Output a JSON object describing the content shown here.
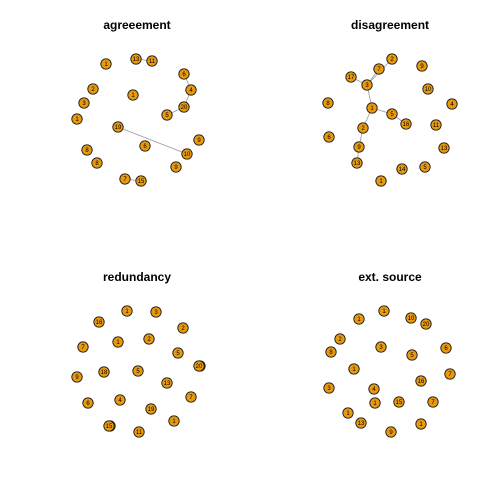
{
  "style": {
    "node_fill": "#E89A0C",
    "node_stroke": "#1a1a1a",
    "edge_color": "#9a9a9a",
    "background": "#ffffff"
  },
  "panels": [
    {
      "title": "agreeement",
      "nodes": [
        {
          "label": "1"
        },
        {
          "label": "13"
        },
        {
          "label": "11"
        },
        {
          "label": "6"
        },
        {
          "label": "4"
        },
        {
          "label": "2"
        },
        {
          "label": "3"
        },
        {
          "label": "20"
        },
        {
          "label": "5"
        },
        {
          "label": "1"
        },
        {
          "label": "1"
        },
        {
          "label": "19"
        },
        {
          "label": "9"
        },
        {
          "label": "8"
        },
        {
          "label": "6"
        },
        {
          "label": "10"
        },
        {
          "label": "8"
        },
        {
          "label": "9"
        },
        {
          "label": "7"
        },
        {
          "label": "15"
        }
      ],
      "edges": [
        [
          1,
          2
        ],
        [
          3,
          4
        ],
        [
          4,
          7
        ],
        [
          7,
          8
        ],
        [
          18,
          19
        ],
        [
          11,
          15
        ]
      ]
    },
    {
      "title": "disagreement",
      "nodes": [
        {
          "label": "2"
        },
        {
          "label": "17"
        },
        {
          "label": "7"
        },
        {
          "label": "3"
        },
        {
          "label": "9"
        },
        {
          "label": "10"
        },
        {
          "label": "4"
        },
        {
          "label": "8"
        },
        {
          "label": "1"
        },
        {
          "label": "5"
        },
        {
          "label": "16"
        },
        {
          "label": "6"
        },
        {
          "label": "2"
        },
        {
          "label": "11"
        },
        {
          "label": "13"
        },
        {
          "label": "9"
        },
        {
          "label": "13"
        },
        {
          "label": "1"
        },
        {
          "label": "14"
        },
        {
          "label": "5"
        }
      ],
      "edges": [
        [
          0,
          3
        ],
        [
          2,
          3
        ],
        [
          3,
          8
        ],
        [
          8,
          9
        ],
        [
          9,
          10
        ],
        [
          8,
          12
        ],
        [
          12,
          15
        ],
        [
          15,
          16
        ],
        [
          1,
          3
        ]
      ]
    },
    {
      "title": "redundancy",
      "nodes": [
        {
          "label": "16"
        },
        {
          "label": "1"
        },
        {
          "label": "3"
        },
        {
          "label": "2"
        },
        {
          "label": "1"
        },
        {
          "label": "2"
        },
        {
          "label": "7"
        },
        {
          "label": "5"
        },
        {
          "label": "8"
        },
        {
          "label": "20"
        },
        {
          "label": "18"
        },
        {
          "label": "9"
        },
        {
          "label": "5"
        },
        {
          "label": "13"
        },
        {
          "label": "7"
        },
        {
          "label": "6"
        },
        {
          "label": "4"
        },
        {
          "label": "19"
        },
        {
          "label": "10"
        },
        {
          "label": "1"
        },
        {
          "label": "11"
        },
        {
          "label": "15"
        }
      ],
      "edges": []
    },
    {
      "title": "ext. source",
      "nodes": [
        {
          "label": "1"
        },
        {
          "label": "1"
        },
        {
          "label": "10"
        },
        {
          "label": "20"
        },
        {
          "label": "2"
        },
        {
          "label": "8"
        },
        {
          "label": "3"
        },
        {
          "label": "5"
        },
        {
          "label": "6"
        },
        {
          "label": "1"
        },
        {
          "label": "7"
        },
        {
          "label": "3"
        },
        {
          "label": "4"
        },
        {
          "label": "16"
        },
        {
          "label": "15"
        },
        {
          "label": "7"
        },
        {
          "label": "1"
        },
        {
          "label": "13"
        },
        {
          "label": "9"
        },
        {
          "label": "1"
        },
        {
          "label": "1"
        }
      ],
      "edges": []
    }
  ]
}
